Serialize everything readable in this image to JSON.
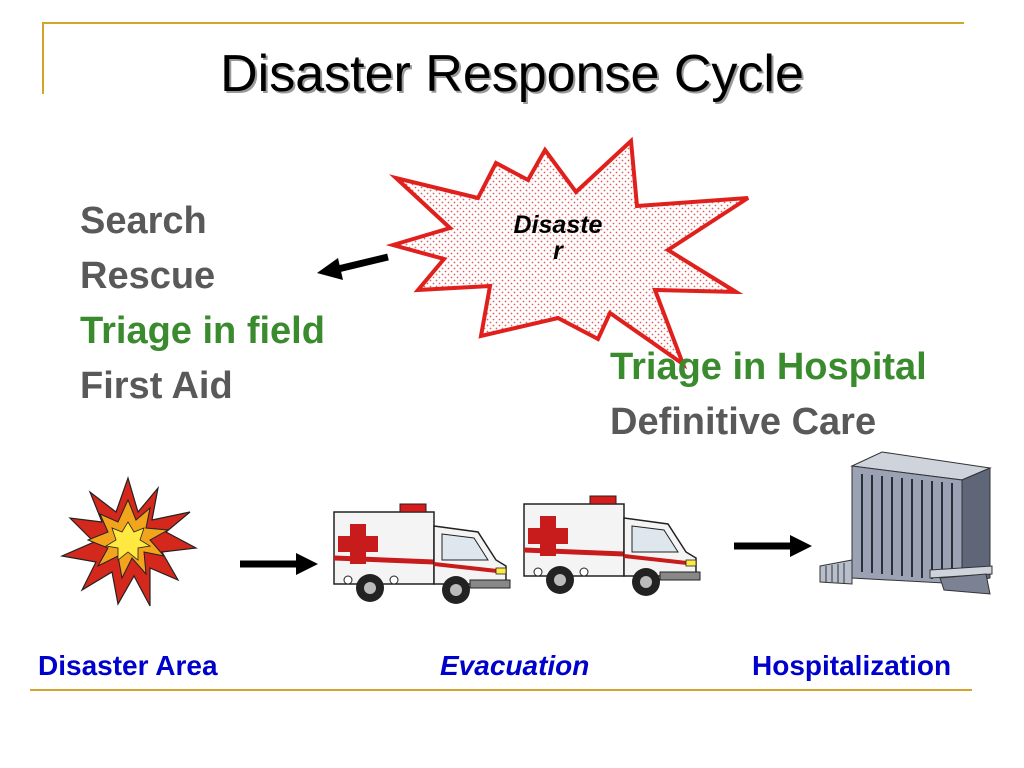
{
  "title": "Disaster Response Cycle",
  "burst": {
    "label": "Disaste\nr"
  },
  "left_list": {
    "search": "Search",
    "rescue": "Rescue",
    "triage_field": "Triage in field",
    "first_aid": "First Aid"
  },
  "right_list": {
    "triage_hospital": "Triage in Hospital",
    "definitive_care": "Definitive Care"
  },
  "bottom_labels": {
    "disaster_area": "Disaster Area",
    "evacuation": "Evacuation",
    "hospitalization": "Hospitalization"
  },
  "colors": {
    "frame": "#d4a52c",
    "gray_text": "#595959",
    "green_text": "#3a8a2e",
    "blue_text": "#0000cc",
    "burst_outline": "#e0201c"
  }
}
